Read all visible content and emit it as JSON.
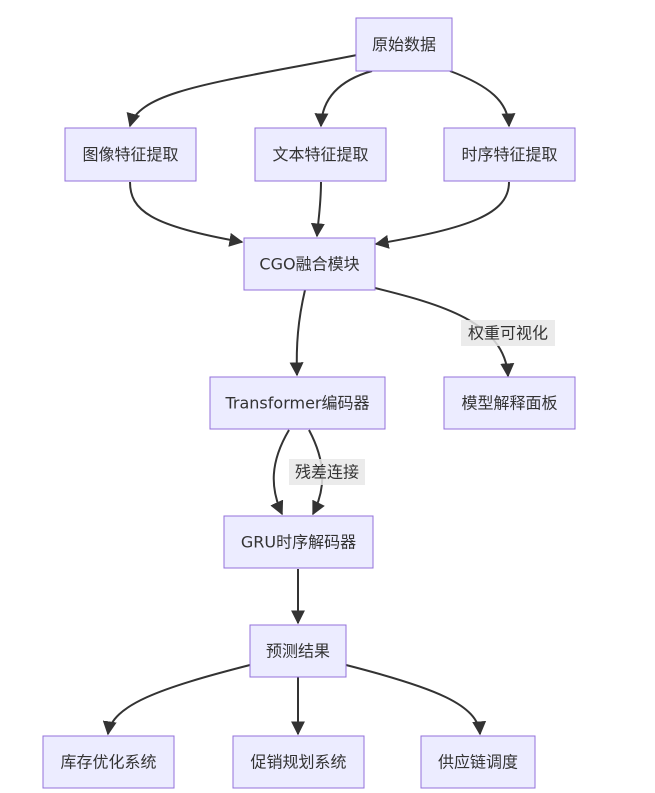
{
  "nodes": {
    "raw_data": "原始数据",
    "image_feature": "图像特征提取",
    "text_feature": "文本特征提取",
    "timeseries_feature": "时序特征提取",
    "cgo_fusion": "CGO融合模块",
    "transformer_encoder": "Transformer编码器",
    "model_panel": "模型解释面板",
    "gru_decoder": "GRU时序解码器",
    "prediction": "预测结果",
    "inventory_system": "库存优化系统",
    "promotion_system": "促销规划系统",
    "supply_chain": "供应链调度"
  },
  "edge_labels": {
    "weight_visualization": "权重可视化",
    "residual_connection": "残差连接"
  },
  "colors": {
    "node_fill": "#ECECFF",
    "node_stroke": "#9370DB",
    "edge": "#333333",
    "label_bg": "#e8e8e8"
  }
}
